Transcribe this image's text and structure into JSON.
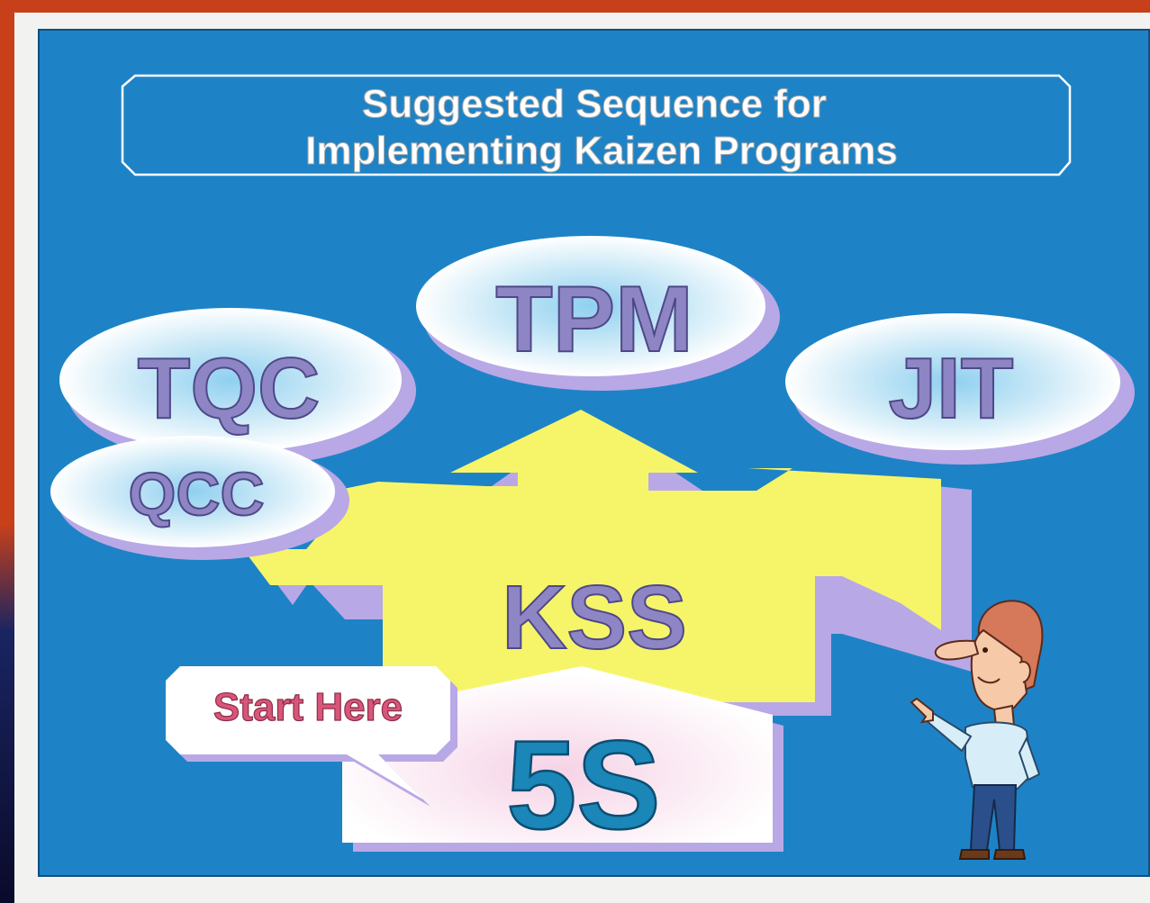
{
  "title_line1": "Suggested Sequence for",
  "title_line2": "Implementing Kaizen Programs",
  "nodes": {
    "tqc": "TQC",
    "qcc": "QCC",
    "tpm": "TPM",
    "jit": "JIT",
    "kss": "KSS",
    "five_s": "5S",
    "start_here": "Start Here"
  },
  "colors": {
    "slide_bg": "#1d83c6",
    "arrow": "#f6f56a",
    "arrow_shadow": "#b9a8e6",
    "label_text": "#8e86c4",
    "start_here_text": "#d8567a",
    "five_s_text": "#1b86b8",
    "outer_border": "#c8401a"
  }
}
